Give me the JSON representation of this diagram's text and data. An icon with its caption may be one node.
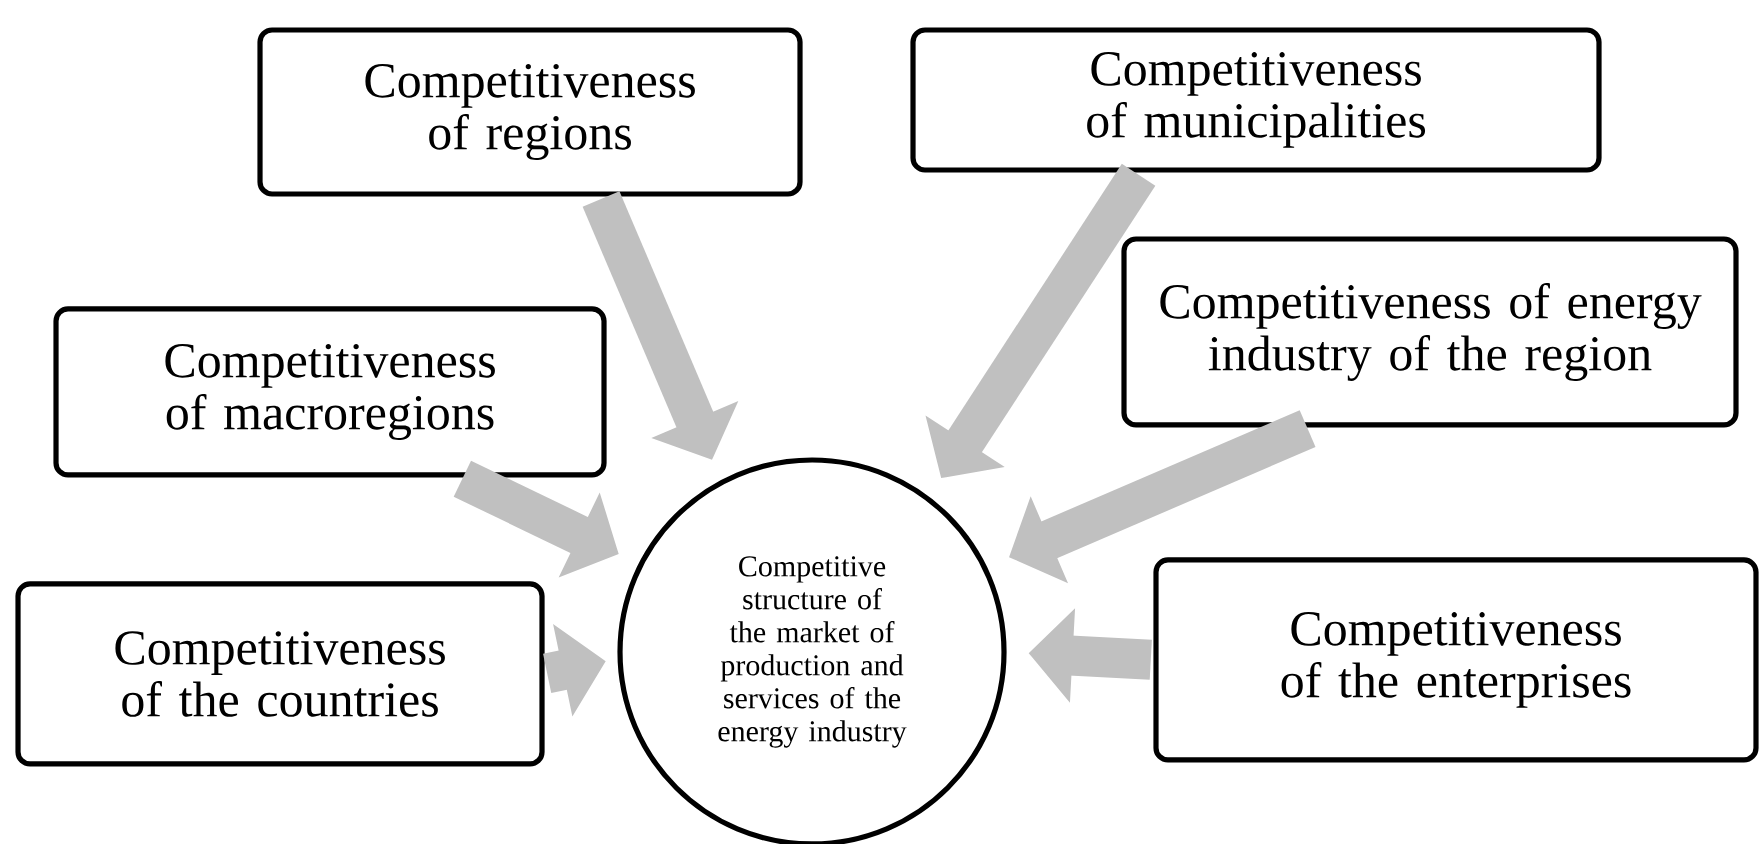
{
  "diagram": {
    "nodes": [
      {
        "text": [
          "Competitiveness of regions"
        ]
      },
      {
        "text": [
          "Competitiveness of municipalities"
        ]
      },
      {
        "text": [
          "Competitiveness of macroregions"
        ]
      },
      {
        "text": [
          "Competitiveness of energy industry of the region"
        ]
      },
      {
        "text": [
          "Competitiveness of the countries"
        ]
      },
      {
        "text": [
          "Competitiveness of the enterprises"
        ]
      },
      {
        "text": [
          "Competitive structure of the market of production and services of the energy industry"
        ]
      }
    ],
    "edges": [
      {
        "from": 0,
        "to": 6,
        "arrow": "to"
      },
      {
        "from": 1,
        "to": 6,
        "arrow": "to"
      },
      {
        "from": 2,
        "to": 6,
        "arrow": "to"
      },
      {
        "from": 3,
        "to": 6,
        "arrow": "to"
      },
      {
        "from": 4,
        "to": 6,
        "arrow": "to"
      },
      {
        "from": 5,
        "to": 6,
        "arrow": "to"
      }
    ]
  }
}
